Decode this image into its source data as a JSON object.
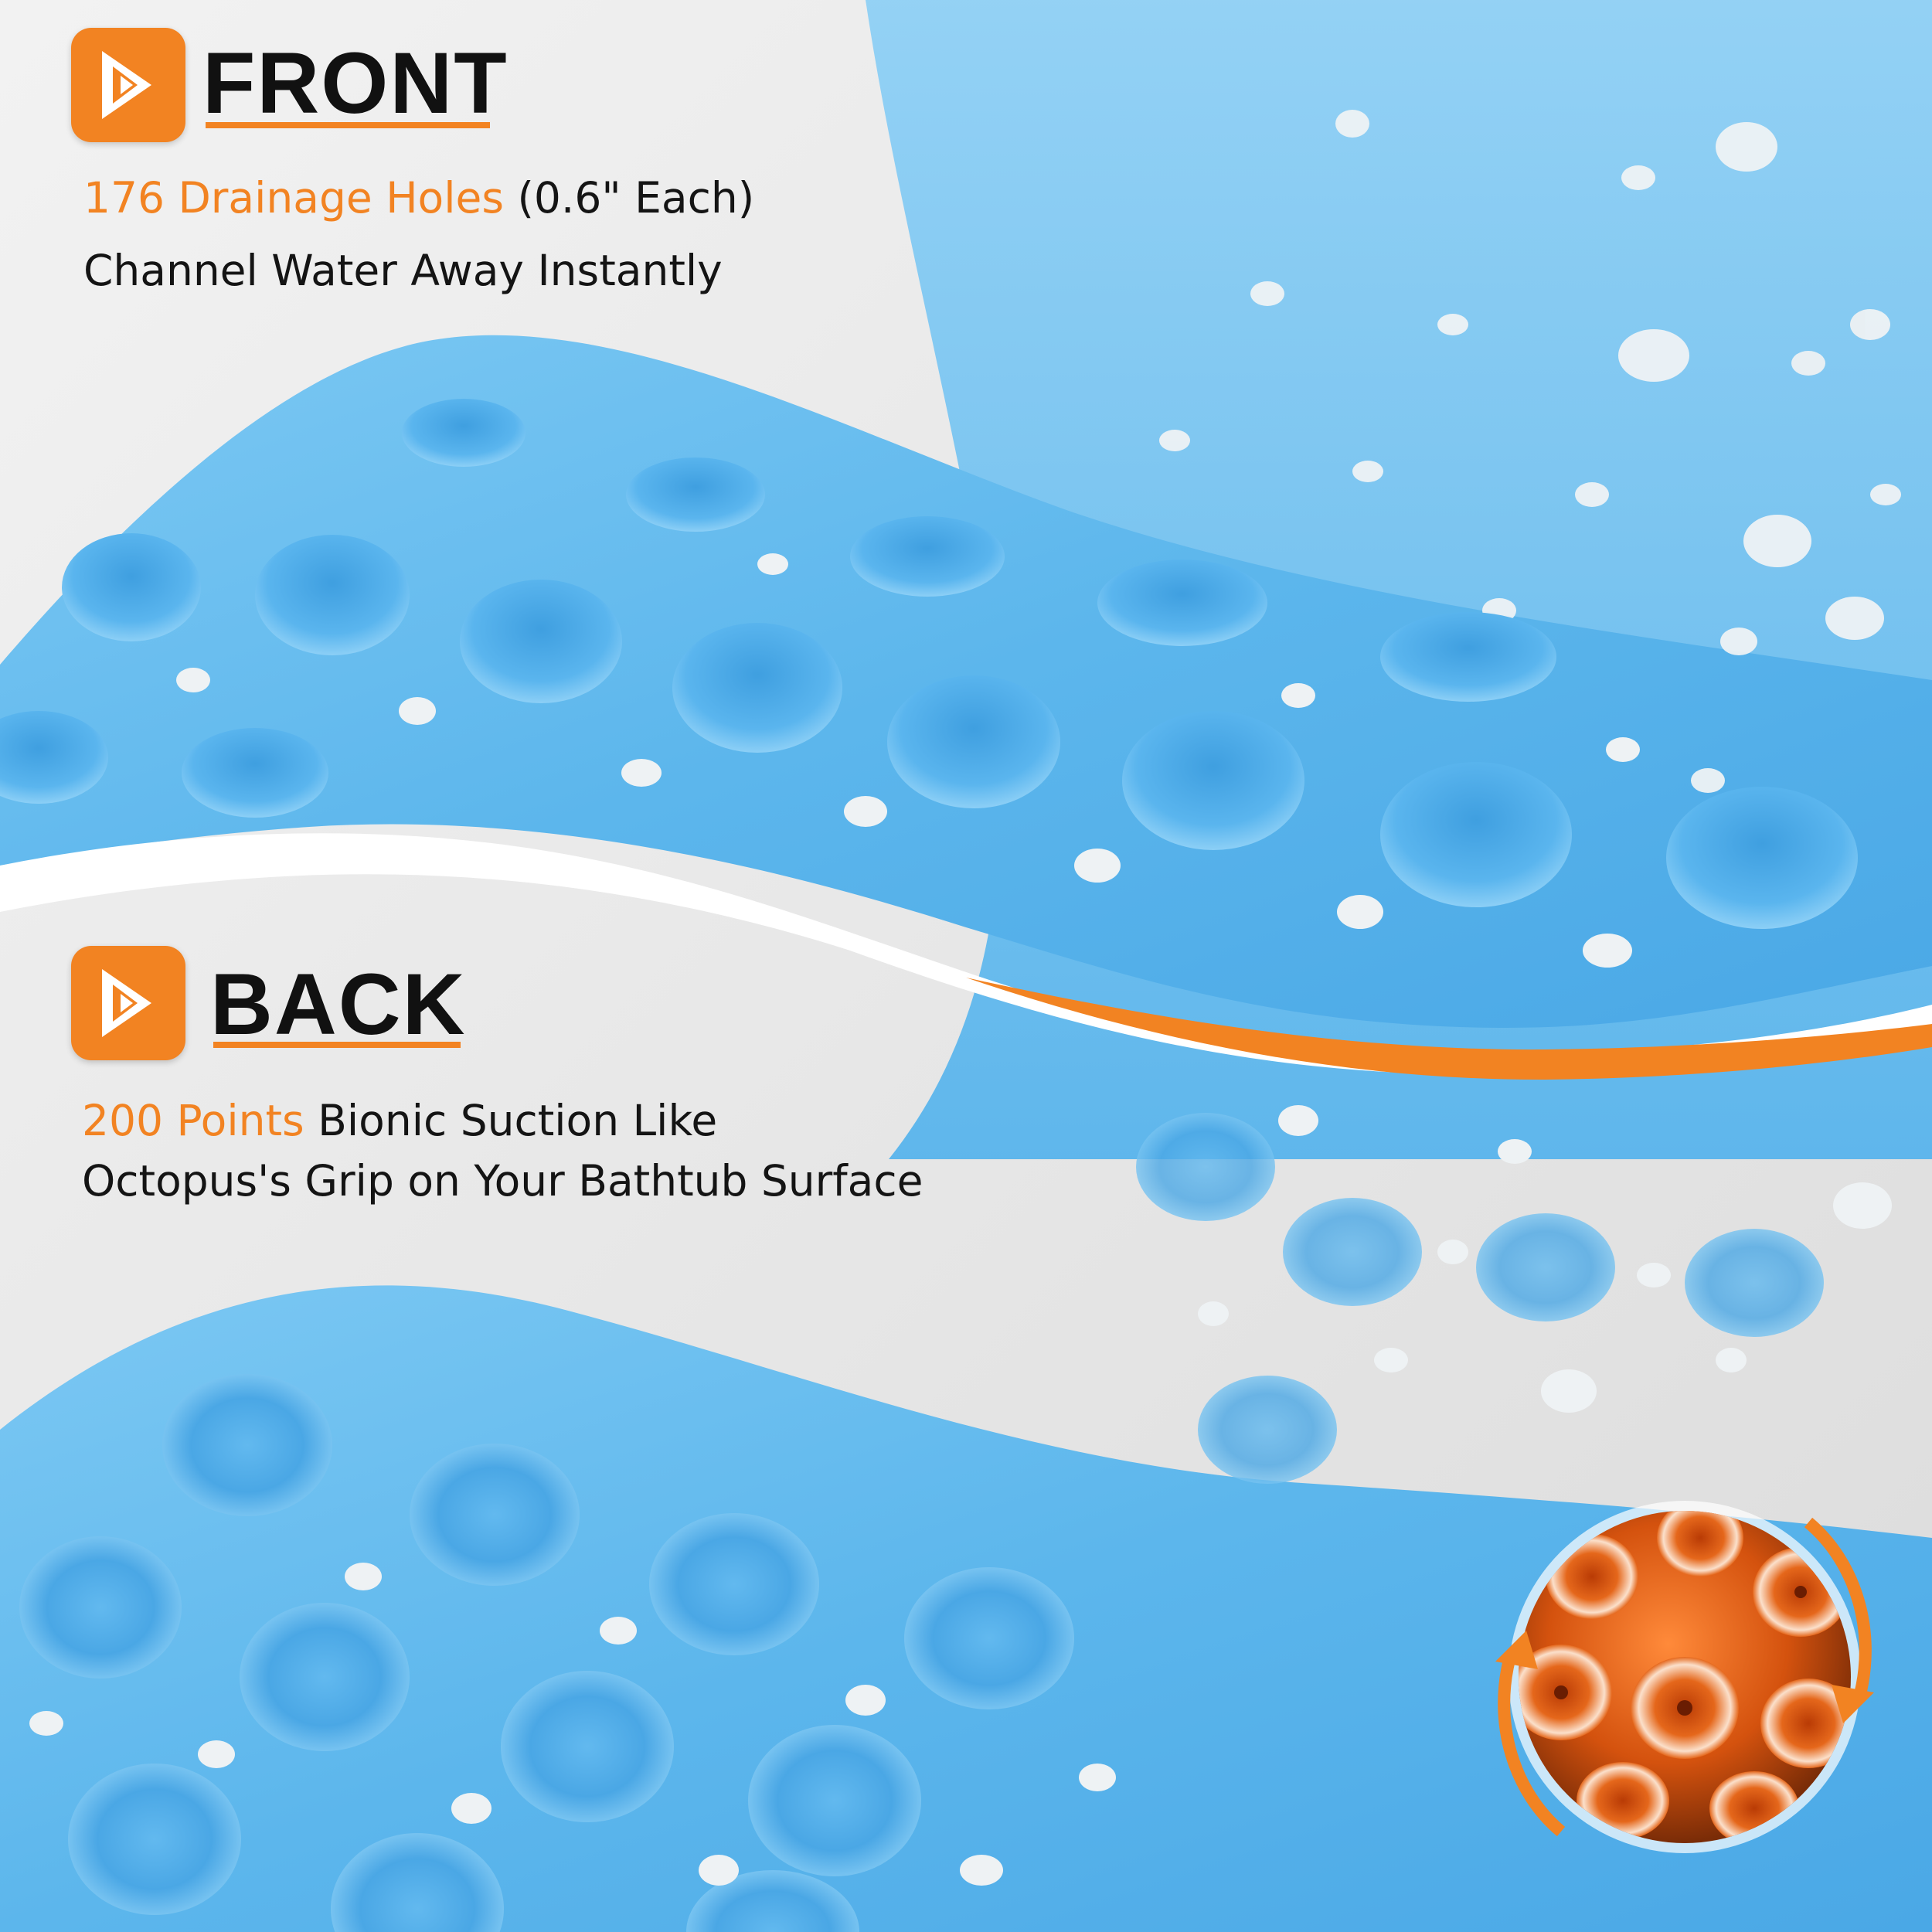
{
  "colors": {
    "accent": "#f28322",
    "mat_blue": "#59b7ef",
    "background": "#e9e9e9",
    "text": "#141414"
  },
  "front": {
    "icon": "play-icon",
    "title": "FRONT",
    "highlight": "176 Drainage Holes",
    "line1_rest": " (0.6\" Each)",
    "line2": "Channel Water Away Instantly"
  },
  "back": {
    "icon": "play-icon",
    "title": "BACK",
    "highlight": "200 Points",
    "line1_rest": " Bionic Suction Like",
    "line2": "Octopus's Grip on Your Bathtub Surface"
  },
  "inset": {
    "icon": "octopus-suction-cups-icon"
  }
}
